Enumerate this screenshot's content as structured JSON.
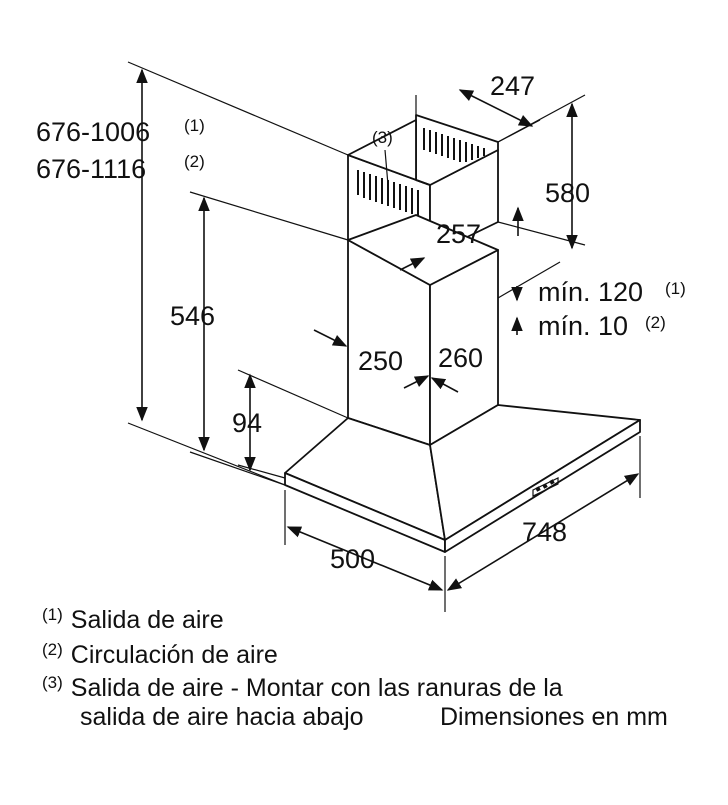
{
  "dimensions": {
    "total_height_1": {
      "value": "676-1006",
      "note": "(1)"
    },
    "total_height_2": {
      "value": "676-1116",
      "note": "(2)"
    },
    "height_546": "546",
    "height_94": "94",
    "chimney_width_247": "247",
    "chimney_height_580": "580",
    "chimney_depth_257": "257",
    "min_gap_1": {
      "label": "mín. 120",
      "note": "(1)"
    },
    "min_gap_2": {
      "label": "mín. 10",
      "note": "(2)"
    },
    "chimney_250": "250",
    "chimney_260": "260",
    "hood_depth_500": "500",
    "hood_width_748": "748"
  },
  "callout_3": "(3)",
  "legend": [
    {
      "mark": "(1)",
      "text": "Salida de aire"
    },
    {
      "mark": "(2)",
      "text": "Circulación de aire"
    },
    {
      "mark": "(3)",
      "text": "Salida de aire - Montar con las ranuras de la"
    },
    {
      "mark": "",
      "text": "salida de aire hacia abajo"
    }
  ],
  "unit_note": "Dimensiones en mm"
}
